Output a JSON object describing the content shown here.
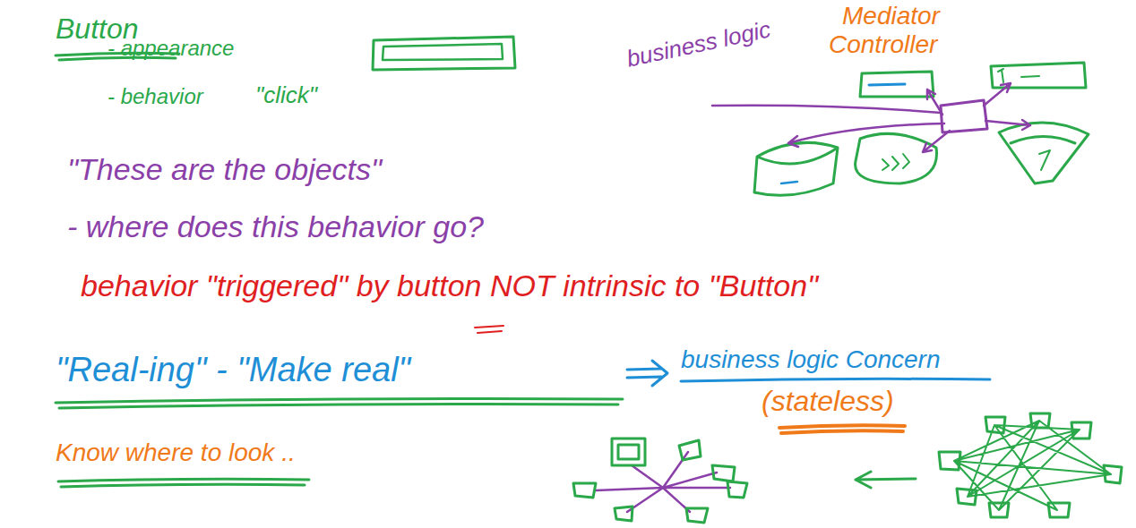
{
  "diagram": {
    "labels": [
      "Button",
      "- appearance",
      "- behavior",
      "\"click\"",
      "business logic",
      "Mediator",
      "Controller",
      "\"These are the objects\"",
      "- where does this behavior go?",
      "behavior \"triggered\" by button NOT intrinsic to \"Button\"",
      "\"Real-ing\" - \"Make real\"",
      "business logic Concern",
      "(stateless)",
      "Know where to look .."
    ]
  }
}
